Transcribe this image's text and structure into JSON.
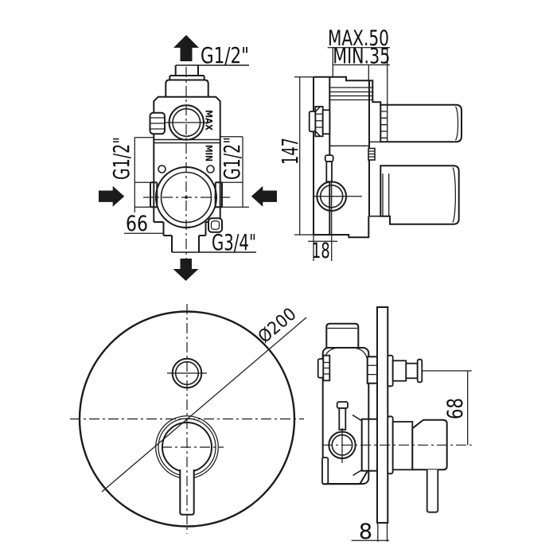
{
  "views": {
    "valve_front": {
      "top_outlet": "G1/2\"",
      "left_inlet": "G1/2\"",
      "right_inlet": "G1/2\"",
      "bottom_outlet": "G3/4\"",
      "dim_width": "66",
      "label_max": "MAX",
      "label_min": "MIN"
    },
    "valve_side": {
      "dim_depth_max": "MAX.50",
      "dim_depth_min": "MIN.35",
      "dim_height": "147",
      "dim_outlet_offset": "18"
    },
    "trim_front": {
      "dim_plate_diameter": "Ø200"
    },
    "trim_side": {
      "dim_handle_spacing": "68",
      "dim_plate_thickness": "8"
    }
  }
}
